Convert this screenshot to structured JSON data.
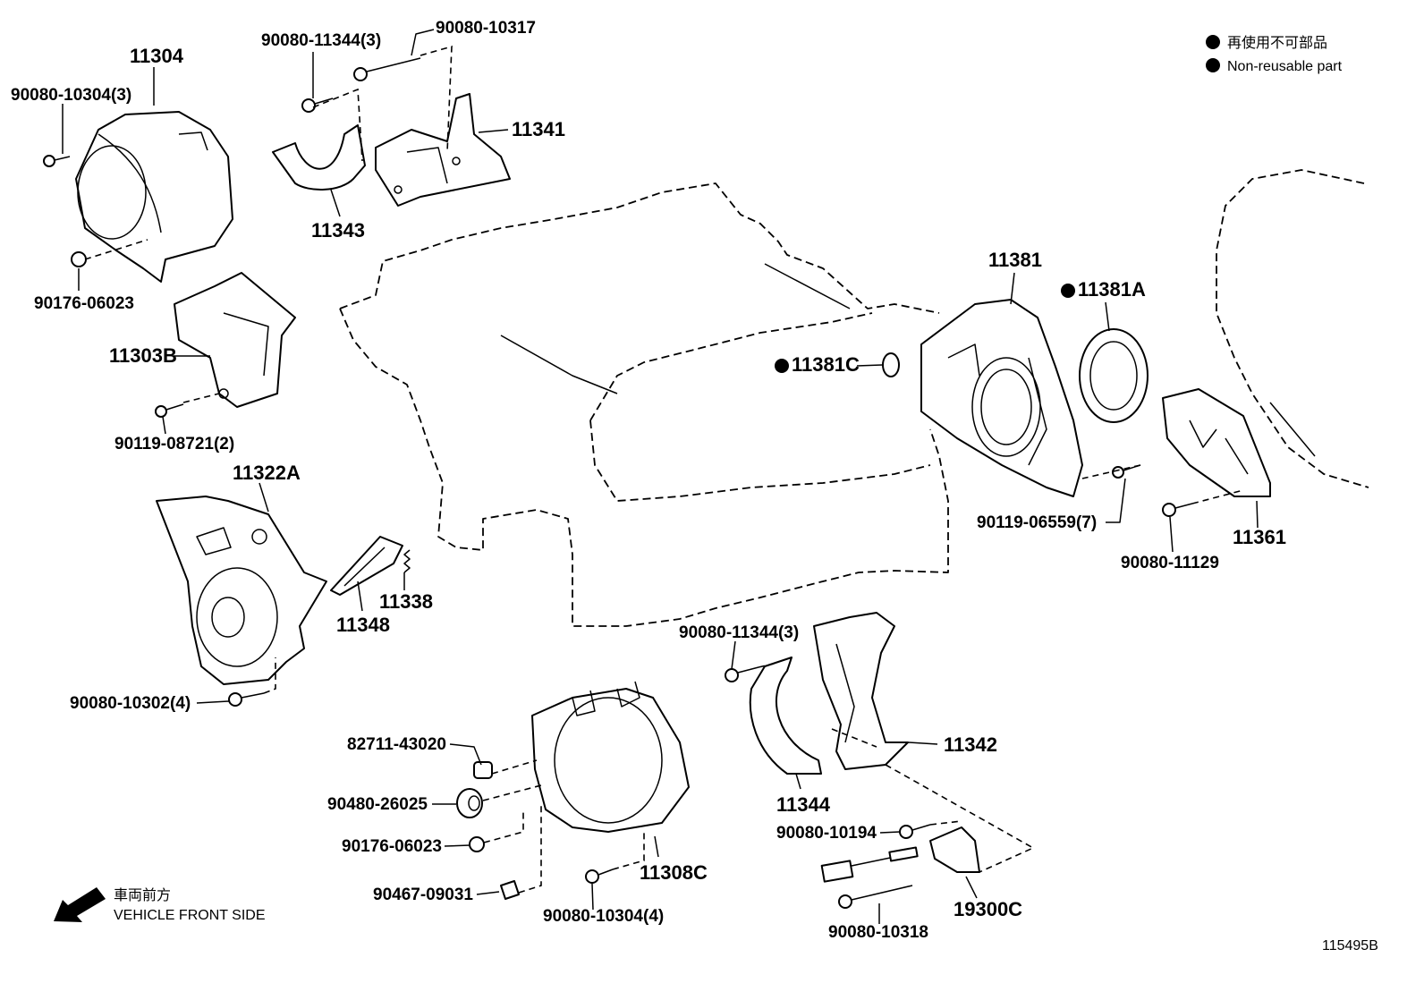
{
  "legend": {
    "jp": "再使用不可部品",
    "en": "Non-reusable part"
  },
  "front_side": {
    "jp": "車両前方",
    "en": "VEHICLE FRONT SIDE"
  },
  "diagram_id": "115495B",
  "labels": {
    "p11304": "11304",
    "b90080_10304_3": "90080-10304(3)",
    "n90176_06023_a": "90176-06023",
    "b90080_11344_3a": "90080-11344(3)",
    "b90080_10317": "90080-10317",
    "p11341": "11341",
    "p11343": "11343",
    "p11303B": "11303B",
    "b90119_08721_2": "90119-08721(2)",
    "p11381": "11381",
    "p11381A": "11381A",
    "p11381C": "11381C",
    "b90119_06559_7": "90119-06559(7)",
    "p11361": "11361",
    "b90080_11129": "90080-11129",
    "p11322A": "11322A",
    "p11338": "11338",
    "p11348": "11348",
    "b90080_10302_4": "90080-10302(4)",
    "b90080_11344_3b": "90080-11344(3)",
    "p11342": "11342",
    "p11344": "11344",
    "g82711_43020": "82711-43020",
    "g90480_26025": "90480-26025",
    "n90176_06023_b": "90176-06023",
    "c90467_09031": "90467-09031",
    "b90080_10304_4": "90080-10304(4)",
    "p11308C": "11308C",
    "b90080_10194": "90080-10194",
    "p19300C": "19300C",
    "b90080_10318": "90080-10318"
  }
}
